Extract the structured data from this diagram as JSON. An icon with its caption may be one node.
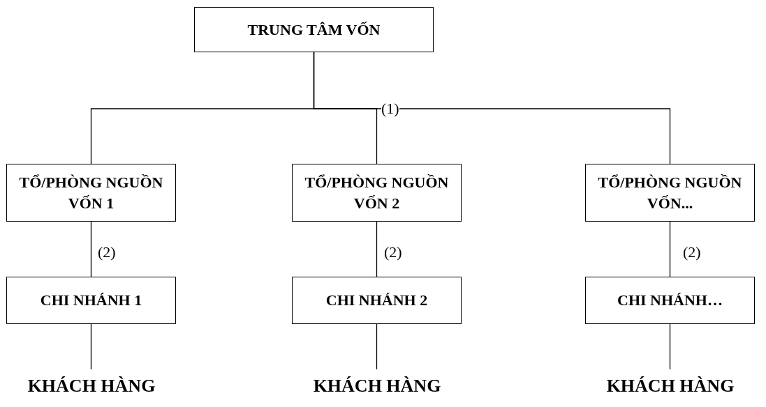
{
  "diagram": {
    "nodes": [
      {
        "text": [
          "TRUNG TÂM VỐN"
        ]
      },
      {
        "text": [
          "TỔ/PHÒNG NGUỒN VỐN 1"
        ]
      },
      {
        "text": [
          "TỔ/PHÒNG NGUỒN VỐN 2"
        ]
      },
      {
        "text": [
          "TỔ/PHÒNG NGUỒN VỐN..."
        ]
      },
      {
        "text": [
          "CHI NHÁNH 1"
        ]
      },
      {
        "text": [
          "CHI NHÁNH 2"
        ]
      },
      {
        "text": [
          "CHI NHÁNH…"
        ]
      },
      {
        "text": [
          "KHÁCH HÀNG"
        ]
      },
      {
        "text": [
          "KHÁCH HÀNG"
        ]
      },
      {
        "text": [
          "KHÁCH HÀNG"
        ]
      }
    ],
    "edges": [
      {
        "from": 0,
        "to": 1,
        "arrow": "none"
      },
      {
        "from": 0,
        "to": 2,
        "arrow": "none",
        "label": "(1)"
      },
      {
        "from": 0,
        "to": 3,
        "arrow": "none"
      },
      {
        "from": 1,
        "to": 4,
        "arrow": "none",
        "label": "(2)"
      },
      {
        "from": 2,
        "to": 5,
        "arrow": "none",
        "label": "(2)"
      },
      {
        "from": 3,
        "to": 6,
        "arrow": "none",
        "label": "(2)"
      },
      {
        "from": 4,
        "to": 7,
        "arrow": "none"
      },
      {
        "from": 5,
        "to": 8,
        "arrow": "none"
      },
      {
        "from": 6,
        "to": 9,
        "arrow": "none"
      }
    ]
  }
}
